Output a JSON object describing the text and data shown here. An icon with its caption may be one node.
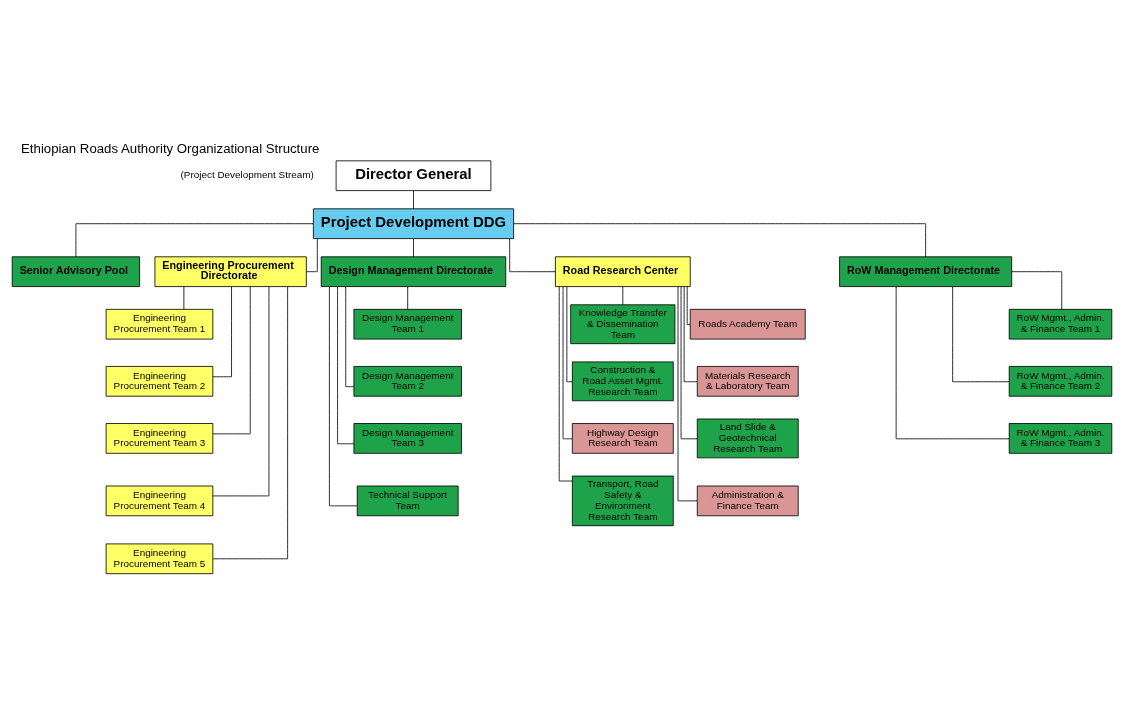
{
  "diagram": {
    "title": "Ethiopian Roads Authority Organizational Structure",
    "nodes": [
      {
        "text": [
          "Director General"
        ]
      },
      {
        "text": [
          "Project Development DDG"
        ]
      },
      {
        "text": [
          "Senior Advisory Pool"
        ]
      },
      {
        "text": [
          "Engineering Procurement Directorate"
        ]
      },
      {
        "text": [
          "Design Management Directorate"
        ]
      },
      {
        "text": [
          "Road Research Center"
        ]
      },
      {
        "text": [
          "RoW Management Directorate"
        ]
      },
      {
        "text": [
          "Engineering Procurement Team 1"
        ]
      },
      {
        "text": [
          "Engineering Procurement Team 2"
        ]
      },
      {
        "text": [
          "Engineering Procurement Team 3"
        ]
      },
      {
        "text": [
          "Engineering Procurement Team 4"
        ]
      },
      {
        "text": [
          "Engineering Procurement Team 5"
        ]
      },
      {
        "text": [
          "Design Management Team 1"
        ]
      },
      {
        "text": [
          "Design Management Team 2"
        ]
      },
      {
        "text": [
          "Design Management Team 3"
        ]
      },
      {
        "text": [
          "Technical Support Team"
        ]
      },
      {
        "text": [
          "Knowledge Transfer & Dissemination Team"
        ]
      },
      {
        "text": [
          "Roads Academy Team"
        ]
      },
      {
        "text": [
          "Construction & Road Asset Mgmt. Research Team"
        ]
      },
      {
        "text": [
          "Materials Research & Laboratory Team"
        ]
      },
      {
        "text": [
          "Highway Design Research Team"
        ]
      },
      {
        "text": [
          "Land Slide & Geotechnical Research Team"
        ]
      },
      {
        "text": [
          "Transport, Road Safety & Environment Research Team"
        ]
      },
      {
        "text": [
          "Administration & Finance Team"
        ]
      },
      {
        "text": [
          "RoW Mgmt., Admin. & Finance Team 1"
        ]
      },
      {
        "text": [
          "RoW Mgmt., Admin. & Finance Team 2"
        ]
      },
      {
        "text": [
          "RoW Mgmt., Admin. & Finance Team 3"
        ]
      }
    ],
    "edges": [
      {
        "from": 0,
        "to": 1,
        "arrow": "none"
      },
      {
        "from": 1,
        "to": 2,
        "arrow": "none"
      },
      {
        "from": 1,
        "to": 3,
        "arrow": "none"
      },
      {
        "from": 1,
        "to": 4,
        "arrow": "none"
      },
      {
        "from": 1,
        "to": 5,
        "arrow": "none"
      },
      {
        "from": 1,
        "to": 6,
        "arrow": "none"
      },
      {
        "from": 3,
        "to": 7,
        "arrow": "none"
      },
      {
        "from": 3,
        "to": 8,
        "arrow": "none"
      },
      {
        "from": 3,
        "to": 9,
        "arrow": "none"
      },
      {
        "from": 3,
        "to": 10,
        "arrow": "none"
      },
      {
        "from": 3,
        "to": 11,
        "arrow": "none"
      },
      {
        "from": 4,
        "to": 12,
        "arrow": "none"
      },
      {
        "from": 4,
        "to": 13,
        "arrow": "none"
      },
      {
        "from": 4,
        "to": 14,
        "arrow": "none"
      },
      {
        "from": 4,
        "to": 15,
        "arrow": "none"
      },
      {
        "from": 5,
        "to": 16,
        "arrow": "none"
      },
      {
        "from": 5,
        "to": 17,
        "arrow": "none"
      },
      {
        "from": 5,
        "to": 18,
        "arrow": "none"
      },
      {
        "from": 5,
        "to": 19,
        "arrow": "none"
      },
      {
        "from": 5,
        "to": 20,
        "arrow": "none"
      },
      {
        "from": 5,
        "to": 21,
        "arrow": "none"
      },
      {
        "from": 5,
        "to": 22,
        "arrow": "none"
      },
      {
        "from": 5,
        "to": 23,
        "arrow": "none"
      },
      {
        "from": 6,
        "to": 24,
        "arrow": "none"
      },
      {
        "from": 6,
        "to": 25,
        "arrow": "none"
      },
      {
        "from": 6,
        "to": 26,
        "arrow": "none"
      }
    ],
    "labels": [
      "(Project Development Stream)"
    ]
  }
}
